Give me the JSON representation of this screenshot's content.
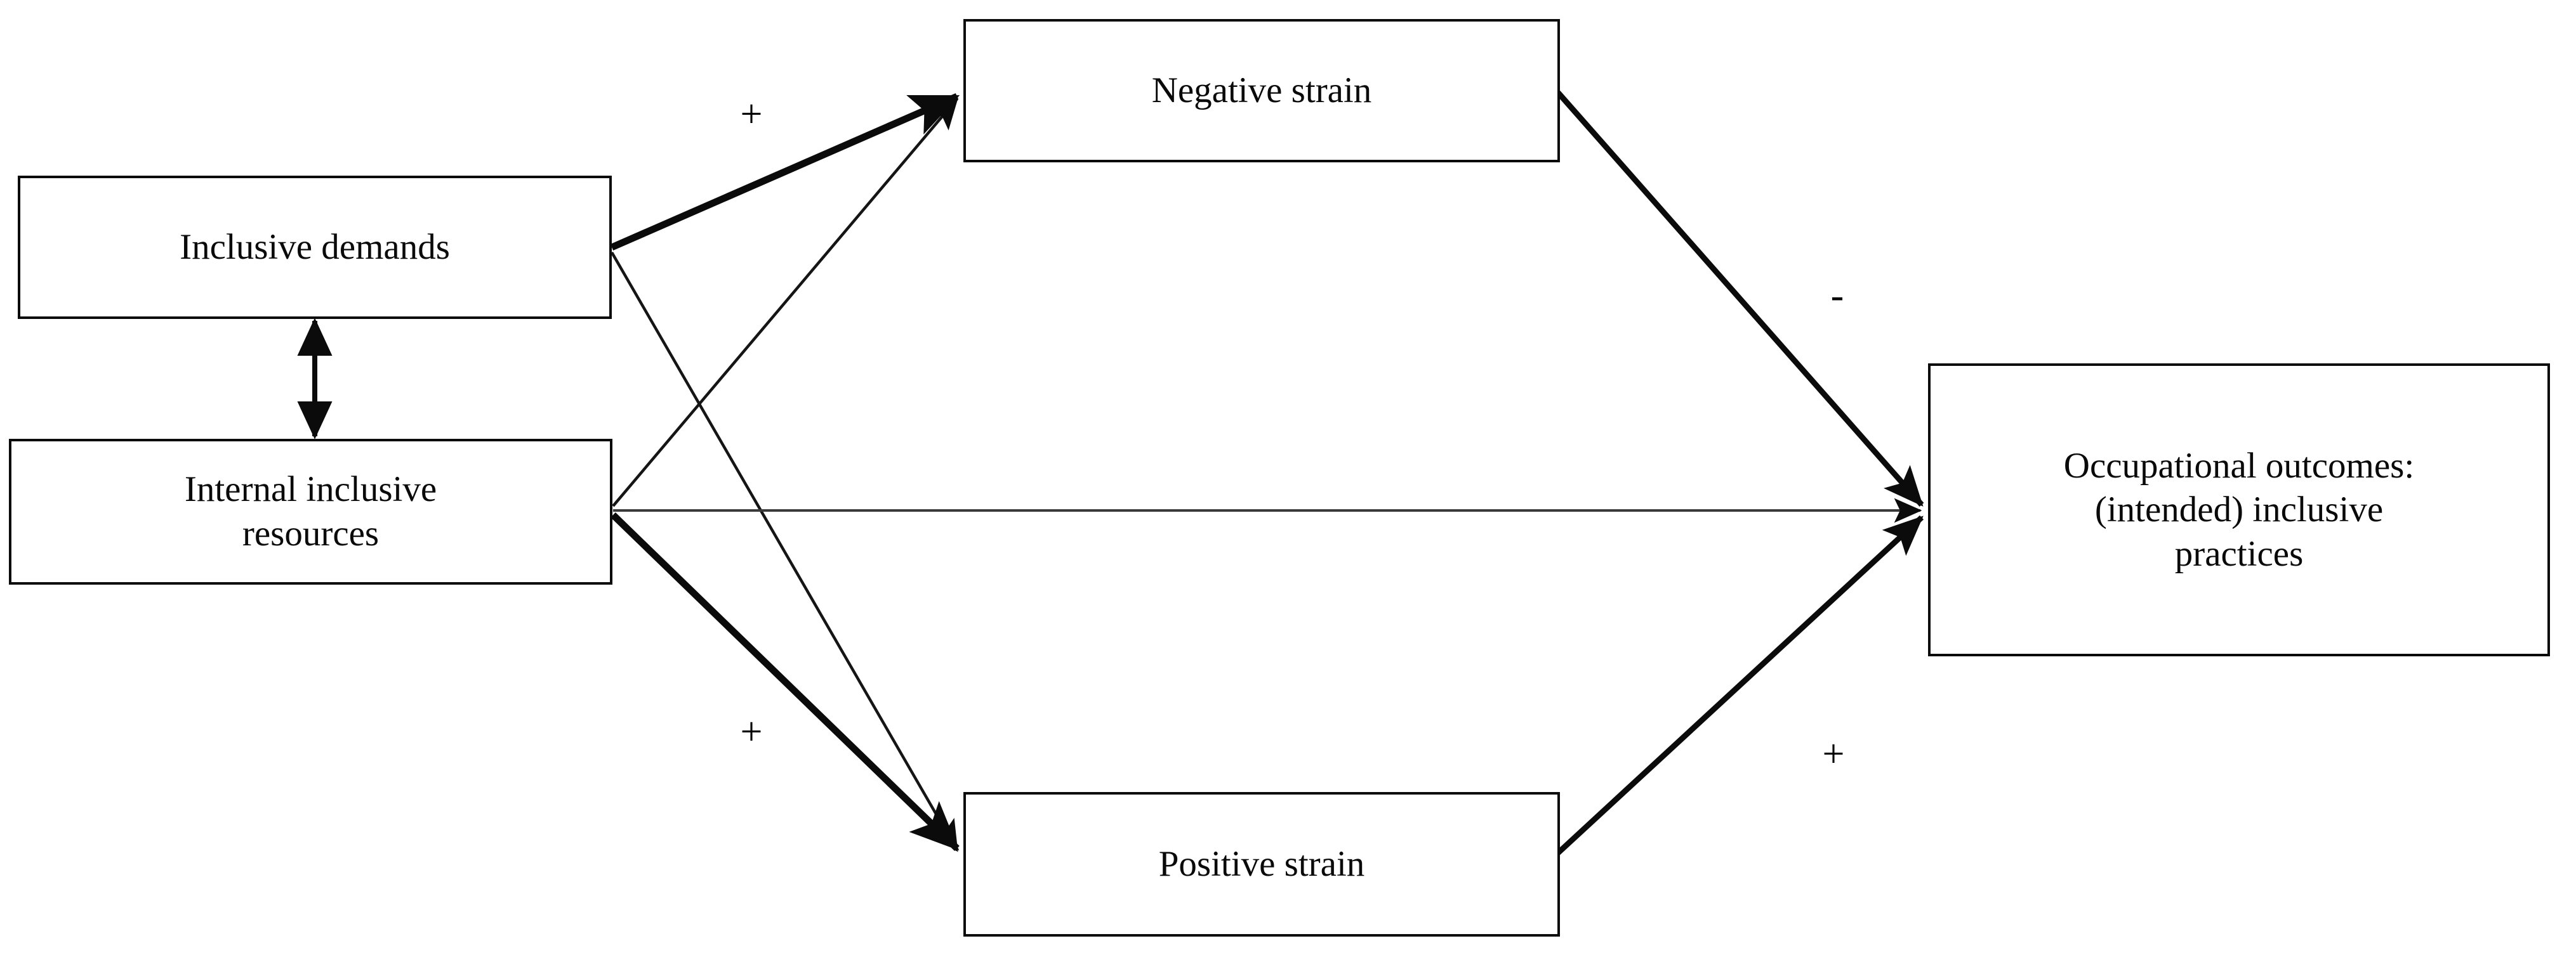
{
  "diagram": {
    "type": "conceptual-path-model",
    "background_color": "#ffffff",
    "line_color": "#111111",
    "nodes": [
      {
        "id": "inclusive-demands",
        "label": "Inclusive demands"
      },
      {
        "id": "internal-inclusive-resources",
        "label": "Internal inclusive\nresources"
      },
      {
        "id": "negative-strain",
        "label": "Negative strain"
      },
      {
        "id": "positive-strain",
        "label": "Positive strain"
      },
      {
        "id": "occupational-outcomes",
        "label": "Occupational outcomes:\n(intended) inclusive\npractices"
      }
    ],
    "edge_signs": [
      {
        "id": "sign-demands-to-negative",
        "text": "+"
      },
      {
        "id": "sign-negative-to-outcomes",
        "text": "-"
      },
      {
        "id": "sign-resources-to-positive",
        "text": "+"
      },
      {
        "id": "sign-positive-to-outcomes",
        "text": "+"
      }
    ],
    "edges": [
      {
        "id": "edge-demands-negative",
        "from": "inclusive-demands",
        "to": "negative-strain",
        "weight": "thick",
        "sign": "+"
      },
      {
        "id": "edge-demands-positive",
        "from": "inclusive-demands",
        "to": "positive-strain",
        "weight": "thin",
        "sign": ""
      },
      {
        "id": "edge-resources-negative",
        "from": "internal-inclusive-resources",
        "to": "negative-strain",
        "weight": "thin",
        "sign": ""
      },
      {
        "id": "edge-resources-positive",
        "from": "internal-inclusive-resources",
        "to": "positive-strain",
        "weight": "thick",
        "sign": "+"
      },
      {
        "id": "edge-resources-outcomes",
        "from": "internal-inclusive-resources",
        "to": "occupational-outcomes",
        "weight": "thin",
        "sign": ""
      },
      {
        "id": "edge-negative-outcomes",
        "from": "negative-strain",
        "to": "occupational-outcomes",
        "weight": "thick",
        "sign": "-"
      },
      {
        "id": "edge-positive-outcomes",
        "from": "positive-strain",
        "to": "occupational-outcomes",
        "weight": "thick",
        "sign": "+"
      },
      {
        "id": "edge-demands-resources",
        "from": "inclusive-demands",
        "to": "internal-inclusive-resources",
        "weight": "thin",
        "sign": "",
        "bidirectional": true
      }
    ]
  }
}
